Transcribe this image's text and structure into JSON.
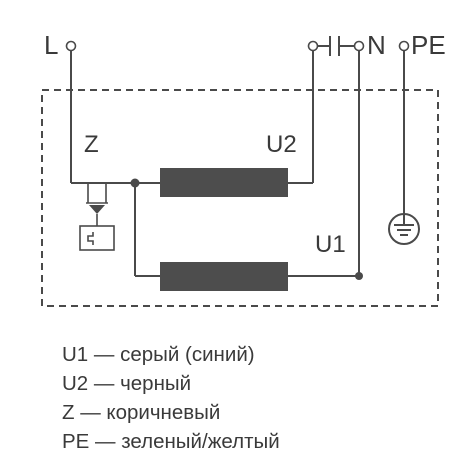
{
  "terminals": {
    "L": "L",
    "N": "N",
    "PE": "PE"
  },
  "components": {
    "z": "Z",
    "u2": "U2",
    "u1": "U1"
  },
  "legend": [
    "U1 — серый (синий)",
    "U2 — черный",
    "Z — коричневый",
    "PE — зеленый/желтый"
  ],
  "colors": {
    "line": "#4a4a4a",
    "coil": "#4d4d4d",
    "text": "#3a3a3a"
  }
}
